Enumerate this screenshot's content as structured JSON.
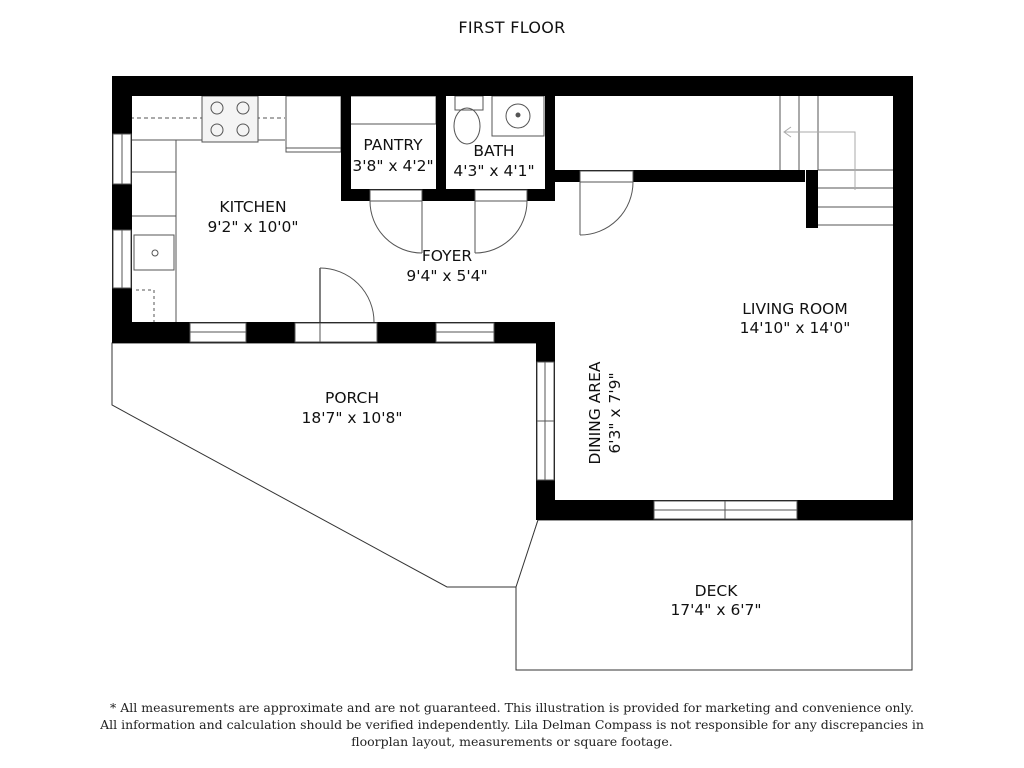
{
  "title": "FIRST FLOOR",
  "rooms": {
    "kitchen": {
      "name": "KITCHEN",
      "dims": "9'2\" x 10'0\""
    },
    "pantry": {
      "name": "PANTRY",
      "dims": "3'8\" x 4'2\""
    },
    "bath": {
      "name": "BATH",
      "dims": "4'3\" x 4'1\""
    },
    "foyer": {
      "name": "FOYER",
      "dims": "9'4\" x 5'4\""
    },
    "living_room": {
      "name": "LIVING ROOM",
      "dims": "14'10\" x 14'0\""
    },
    "porch": {
      "name": "PORCH",
      "dims": "18'7\" x 10'8\""
    },
    "dining_area": {
      "name": "DINING AREA",
      "dims": "6'3\" x 7'9\""
    },
    "deck": {
      "name": "DECK",
      "dims": "17'4\" x 6'7\""
    }
  },
  "disclaimer": [
    "* All measurements are approximate and are not guaranteed. This illustration is provided for marketing and convenience only.",
    "All information and calculation should be verified independently. Lila Delman Compass  is not responsible for any discrepancies in",
    "floorplan layout, measurements or square footage."
  ]
}
